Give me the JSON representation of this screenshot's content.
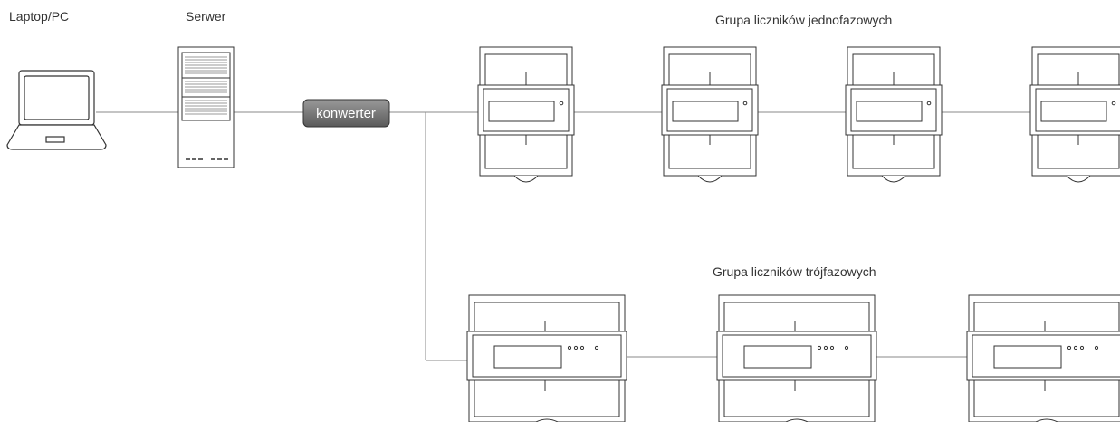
{
  "labels": {
    "laptop": "Laptop/PC",
    "server": "Serwer",
    "single_phase_group": "Grupa liczników jednofazowych",
    "three_phase_group": "Grupa liczników trójfazowych"
  },
  "converter": {
    "label": "konwerter"
  },
  "devices": {
    "single_phase_meter_count": 4,
    "three_phase_meter_count": 3
  },
  "colors": {
    "line": "#8a8a8a",
    "device_stroke": "#333333",
    "converter_fill_top": "#9a9a9a",
    "converter_fill_bottom": "#5a5a5a"
  }
}
